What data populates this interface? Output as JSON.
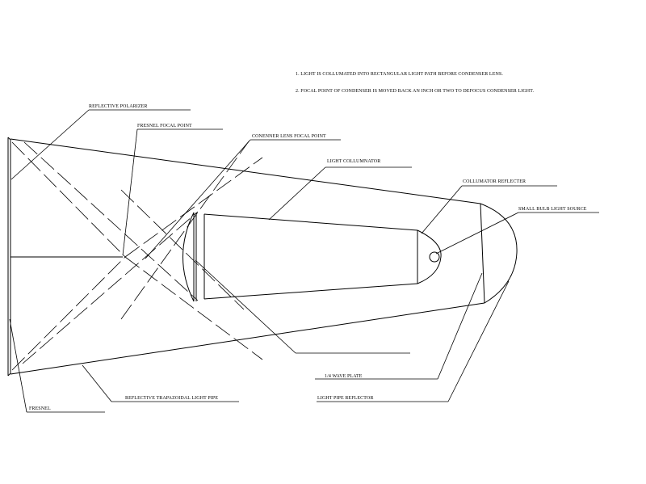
{
  "notes": [
    "1.   LIGHT IS COLLUMATED INTO RECTANGULAR LIGHT PATH BEFORE CONDENSER LENS.",
    "2.   FOCAL POINT OF CONDENSER IS MOVED BACK AN INCH OR TWO TO DEFOCUS CONDENSER LIGHT."
  ],
  "labels": {
    "reflective_polarizer": "REFLECTIVE POLARIZER",
    "fresnel_focal_point": "FRESNEL  FOCAL POINT",
    "condenser_lens_focal_point": "CONENNER LENS FOCAL POINT",
    "light_collumnator": "LIGHT COLLUMNATOR",
    "collumator_reflector": "COLLUMATOR REFLECTER",
    "small_bulb_light_source": "SMALL BULB LIGHT SOURCE",
    "quarter_wave_plate": "1/4 WAVE PLATE",
    "light_pipe_reflector": "LIGHT PIPE REFLECTOR",
    "reflective_trapezoidal_light_pipe": "REFLECTIVE TRAPAZOIDAL LIGHT PIPE",
    "fresnel": "FRESNEL"
  }
}
